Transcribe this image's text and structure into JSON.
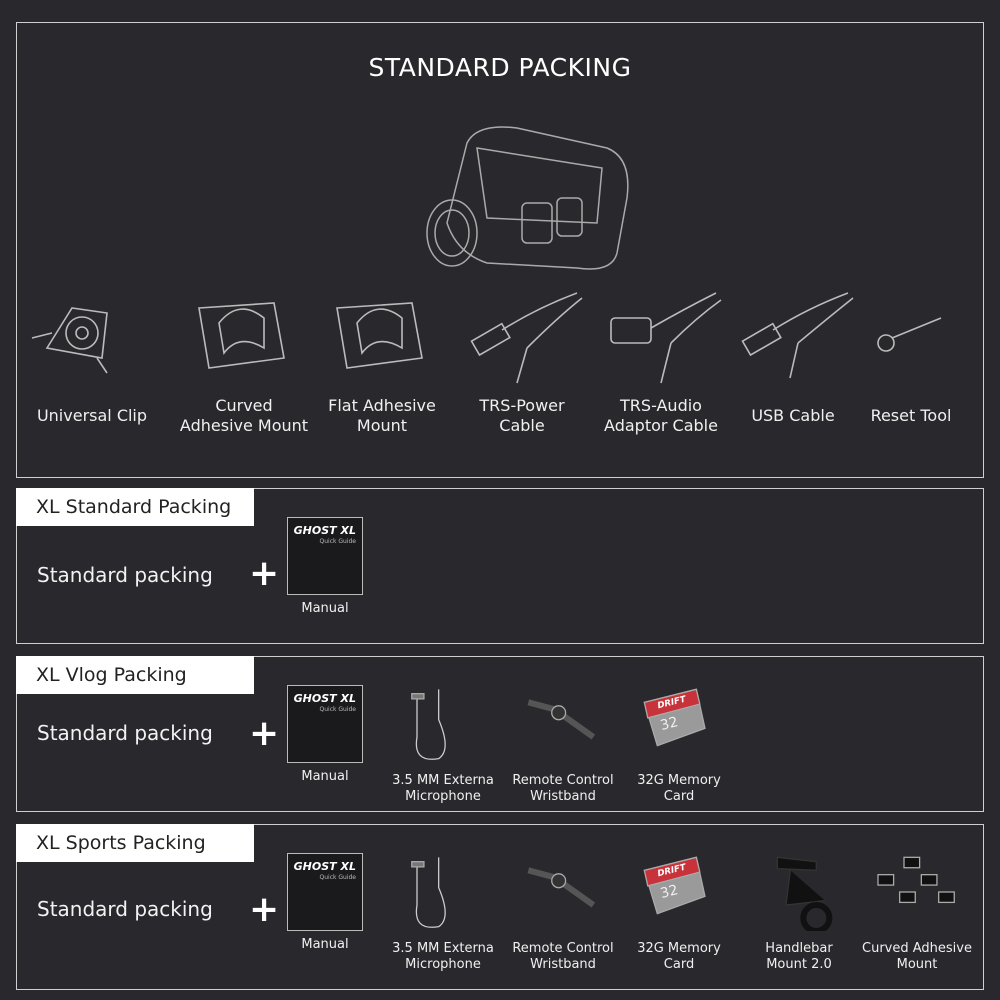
{
  "standard": {
    "title": "STANDARD PACKING",
    "items": [
      {
        "label1": "Universal Clip",
        "label2": ""
      },
      {
        "label1": "Curved",
        "label2": "Adhesive Mount"
      },
      {
        "label1": "Flat Adhesive",
        "label2": "Mount"
      },
      {
        "label1": "TRS-Power",
        "label2": "Cable"
      },
      {
        "label1": "TRS-Audio",
        "label2": "Adaptor Cable"
      },
      {
        "label1": "USB Cable",
        "label2": ""
      },
      {
        "label1": "Reset Tool",
        "label2": ""
      }
    ]
  },
  "manual": {
    "title": "GHOST XL",
    "subtitle": "Quick Guide",
    "label": "Manual"
  },
  "accessories": {
    "mic": {
      "l1": "3.5 MM Externa",
      "l2": "Microphone"
    },
    "wrist": {
      "l1": "Remote Control",
      "l2": "Wristband"
    },
    "card": {
      "l1": "32G Memory",
      "l2": "Card",
      "brand": "DRIFT",
      "size": "32"
    },
    "handlebar": {
      "l1": "Handlebar",
      "l2": "Mount 2.0"
    },
    "curved": {
      "l1": "Curved Adhesive",
      "l2": "Mount"
    }
  },
  "sections": [
    {
      "tab": "XL Standard Packing",
      "base": "Standard packing",
      "plus": "+"
    },
    {
      "tab": "XL Vlog Packing",
      "base": "Standard packing",
      "plus": "+"
    },
    {
      "tab": "XL Sports Packing",
      "base": "Standard packing",
      "plus": "+"
    }
  ],
  "colors": {
    "background": "#29282c",
    "tab": "#ffffff",
    "card_red": "#c8323a"
  }
}
